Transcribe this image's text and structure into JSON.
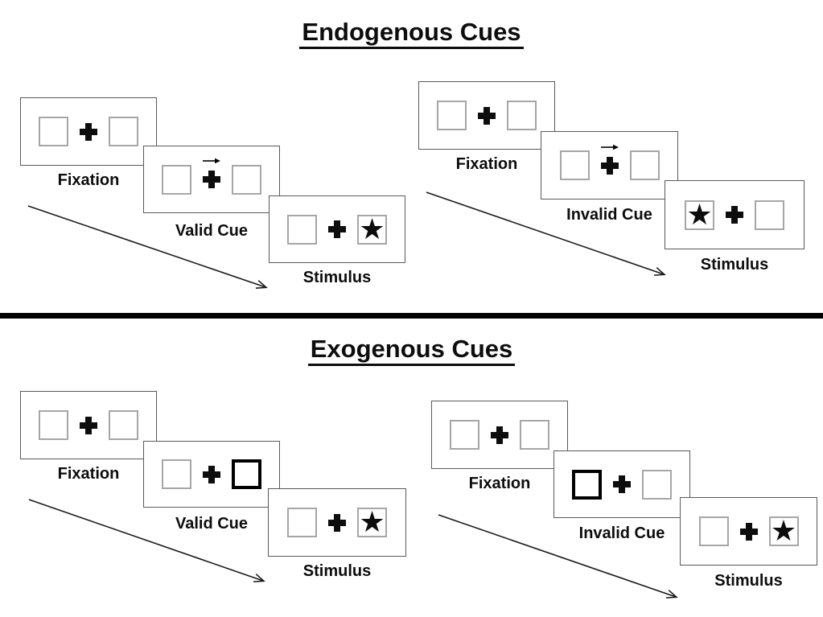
{
  "colors": {
    "bg": "#ffffff",
    "ink": "#0d0d0d",
    "card_border": "#595959",
    "square_border": "#a6a6a6",
    "cue_border": "#000000",
    "divider": "#000000"
  },
  "icons": {
    "star": "★"
  },
  "sections": [
    {
      "title": "Endogenous Cues",
      "panels": [
        {
          "cards": [
            {
              "label": "Fixation",
              "display": [
                "empty box",
                "fixation cross",
                "empty box"
              ]
            },
            {
              "label": "Valid Cue",
              "display": [
                "empty box",
                "fixation cross with right-pointing arrow above",
                "empty box"
              ]
            },
            {
              "label": "Stimulus",
              "display": [
                "empty box",
                "fixation cross",
                "box with star"
              ]
            }
          ]
        },
        {
          "cards": [
            {
              "label": "Fixation",
              "display": [
                "empty box",
                "fixation cross",
                "empty box"
              ]
            },
            {
              "label": "Invalid Cue",
              "display": [
                "empty box",
                "fixation cross with right-pointing arrow above",
                "empty box"
              ]
            },
            {
              "label": "Stimulus",
              "display": [
                "box with star",
                "fixation cross",
                "empty box"
              ]
            }
          ]
        }
      ]
    },
    {
      "title": "Exogenous Cues",
      "panels": [
        {
          "cards": [
            {
              "label": "Fixation",
              "display": [
                "empty box",
                "fixation cross",
                "empty box"
              ]
            },
            {
              "label": "Valid Cue",
              "display": [
                "empty box",
                "fixation cross",
                "bold highlighted box"
              ]
            },
            {
              "label": "Stimulus",
              "display": [
                "empty box",
                "fixation cross",
                "box with star"
              ]
            }
          ]
        },
        {
          "cards": [
            {
              "label": "Fixation",
              "display": [
                "empty box",
                "fixation cross",
                "empty box"
              ]
            },
            {
              "label": "Invalid Cue",
              "display": [
                "bold highlighted box",
                "fixation cross",
                "empty box"
              ]
            },
            {
              "label": "Stimulus",
              "display": [
                "empty box",
                "fixation cross",
                "box with star"
              ]
            }
          ]
        }
      ]
    }
  ]
}
